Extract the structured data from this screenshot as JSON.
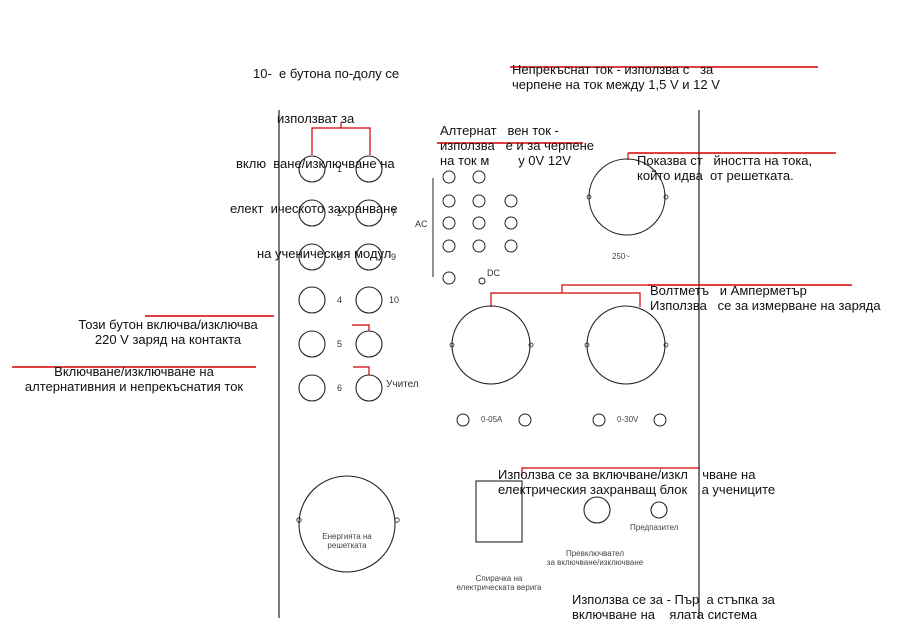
{
  "panel": {
    "buttons_left": [
      "1",
      "2",
      "3",
      "4",
      "5",
      "6"
    ],
    "buttons_right": [
      "7",
      "9",
      "10",
      "Учител"
    ],
    "ac_label": "AC",
    "dc_label": "DC",
    "scale_250": "250~",
    "ammeter_range": "0-05A",
    "voltmeter_range": "0-30V",
    "grid_energy": [
      "Енергията на",
      "решетката"
    ],
    "circuit_breaker": [
      "Спирачка на",
      "електрическата верига"
    ],
    "switch_label": [
      "Превключвател",
      "за включване/изключване"
    ],
    "fuse_label": "Предпазител"
  },
  "annotations": {
    "top_left": [
      "10-  е бутона по-долу се",
      "използват за",
      "вклю  ване/изключване на",
      "елект  ическото захранване",
      "на учeническия модул"
    ],
    "top_right": [
      "Непрекъснат ток - използва с   за",
      "черпене на ток между 1,5 V и 12 V"
    ],
    "ac": [
      "Алтернат   вен ток -",
      "използва   е и за черпене",
      "на ток м        у 0V 12V"
    ],
    "grid_value": [
      "Показва ст   йността на тока,",
      "който идва  от решетката."
    ],
    "meters": [
      "Волтметъ   и Амперметър",
      "Използва   се за измерване на заряда"
    ],
    "switch220": [
      "Този бутон включва/изключва",
      "220 V заряд на контакта"
    ],
    "acdc_switch": [
      "Включване/изключване на",
      "алтернативния и непрекъснатия ток"
    ],
    "power_block": [
      "Използва се за включване/изкл    чване на",
      "електрическия захранващ блок    а учениците"
    ],
    "main_switch": [
      "Използва се за - Пър  а стъпка за",
      "включване на    ялата система"
    ]
  },
  "colors": {
    "accent": "#d40000",
    "panel_line": "#222222"
  }
}
